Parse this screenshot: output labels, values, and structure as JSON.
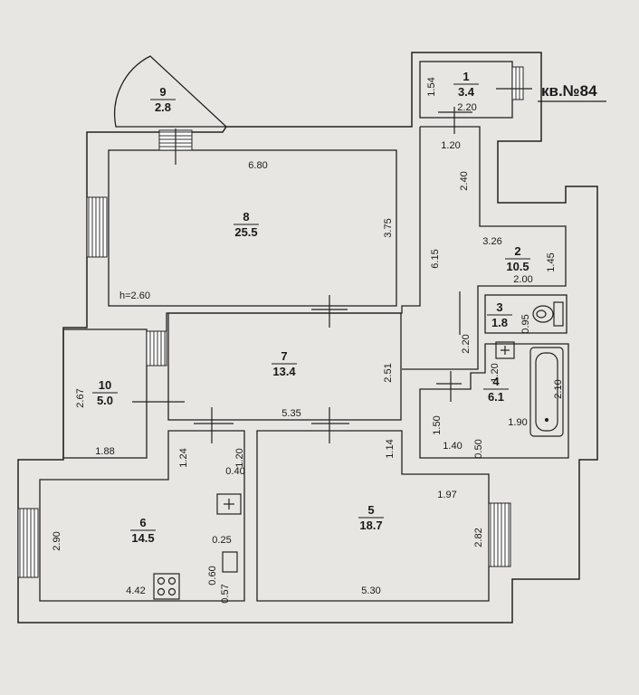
{
  "apartment_label": "кв.№84",
  "ceiling_height": "h=2.60",
  "rooms": [
    {
      "id": "room-1",
      "number": "1",
      "area": "3.4"
    },
    {
      "id": "room-2",
      "number": "2",
      "area": "10.5"
    },
    {
      "id": "room-3",
      "number": "3",
      "area": "1.8"
    },
    {
      "id": "room-4",
      "number": "4",
      "area": "6.1"
    },
    {
      "id": "room-5",
      "number": "5",
      "area": "18.7"
    },
    {
      "id": "room-6",
      "number": "6",
      "area": "14.5"
    },
    {
      "id": "room-7",
      "number": "7",
      "area": "13.4"
    },
    {
      "id": "room-8",
      "number": "8",
      "area": "25.5"
    },
    {
      "id": "room-9",
      "number": "9",
      "area": "2.8"
    },
    {
      "id": "room-10",
      "number": "10",
      "area": "5.0"
    }
  ],
  "dimensions": [
    "1.54",
    "2.20",
    "1.20",
    "2.40",
    "6.80",
    "3.75",
    "6.15",
    "3.26",
    "1.45",
    "2.00",
    "0.95",
    "2.20",
    "1.20",
    "2.10",
    "1.50",
    "1.40",
    "0.50",
    "1.90",
    "2.51",
    "5.35",
    "2.67",
    "1.88",
    "1.24",
    "1.20",
    "0.40",
    "1.14",
    "1.97",
    "2.82",
    "2.90",
    "0.25",
    "0.60",
    "0.57",
    "4.42",
    "5.30"
  ]
}
